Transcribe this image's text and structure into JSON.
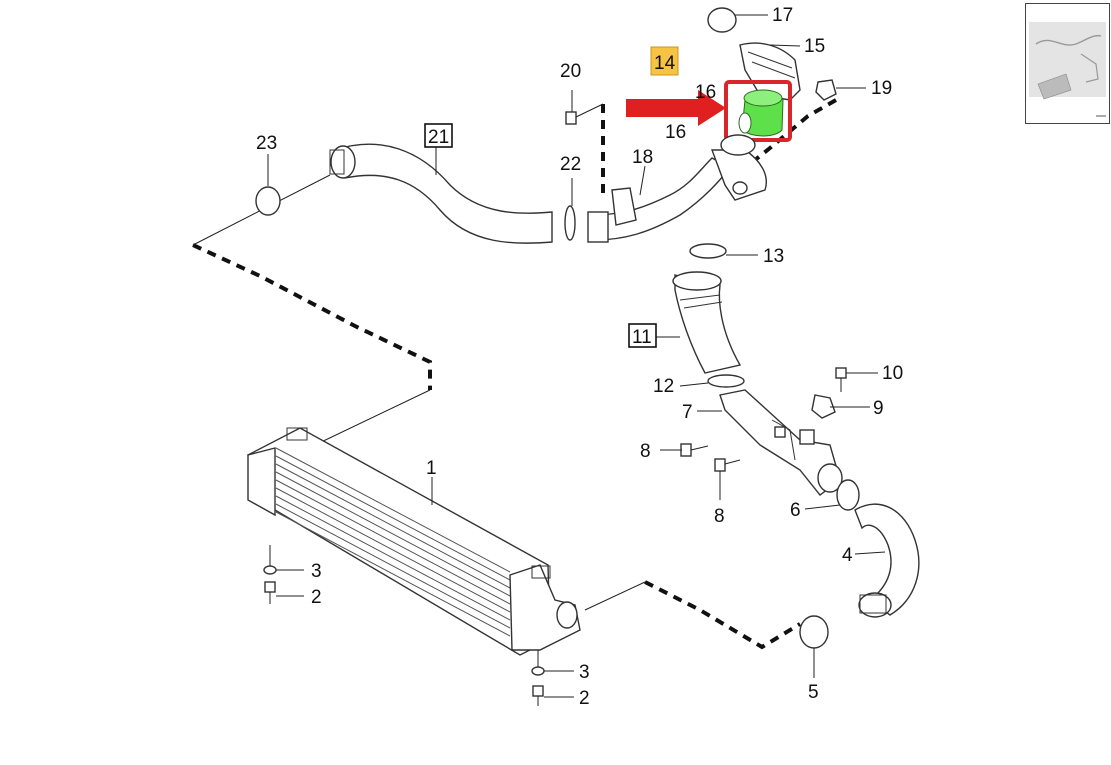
{
  "diagram": {
    "callouts": {
      "p1": "1",
      "p2a": "2",
      "p2b": "2",
      "p3a": "3",
      "p3b": "3",
      "p4": "4",
      "p5": "5",
      "p6": "6",
      "p7": "7",
      "p8a": "8",
      "p8b": "8",
      "p9": "9",
      "p10": "10",
      "p11": "11",
      "p12": "12",
      "p13": "13",
      "p14": "14",
      "p15": "15",
      "p16a": "16",
      "p16b": "16",
      "p17": "17",
      "p18": "18",
      "p19": "19",
      "p20": "20",
      "p21": "21",
      "p22": "22",
      "p23": "23"
    },
    "highlight": {
      "box_color": "#d9262b",
      "arrow_color": "#e02020",
      "part_color": "#5ee04a",
      "label_bg": "#f6c342"
    }
  }
}
